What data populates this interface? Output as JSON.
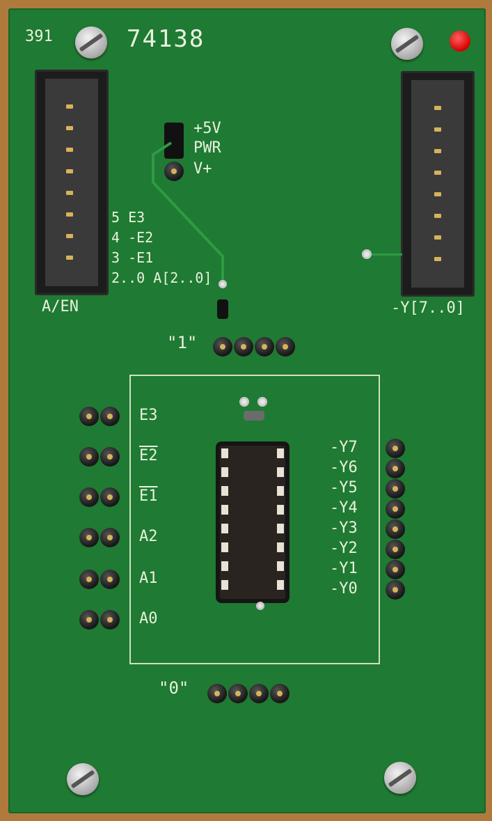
{
  "board": {
    "number": "391",
    "part": "74138"
  },
  "power": {
    "label1": "+5V",
    "label2": "PWR",
    "label3": "V+"
  },
  "left_connector": {
    "name": "A/EN",
    "labels": [
      "5 E3",
      "4 -E2",
      "3 -E1",
      "2..0 A[2..0]"
    ]
  },
  "right_connector": {
    "name": "-Y[7..0]"
  },
  "logic_one": "\"1\"",
  "logic_zero": "\"0\"",
  "inputs": [
    "E3",
    "E2",
    "E1",
    "A2",
    "A1",
    "A0"
  ],
  "outputs": [
    "-Y7",
    "-Y6",
    "-Y5",
    "-Y4",
    "-Y3",
    "-Y2",
    "-Y1",
    "-Y0"
  ],
  "colors": {
    "pcb": "#1f7a33",
    "silkscreen": "#e9f2dd",
    "led": "#d50000"
  }
}
